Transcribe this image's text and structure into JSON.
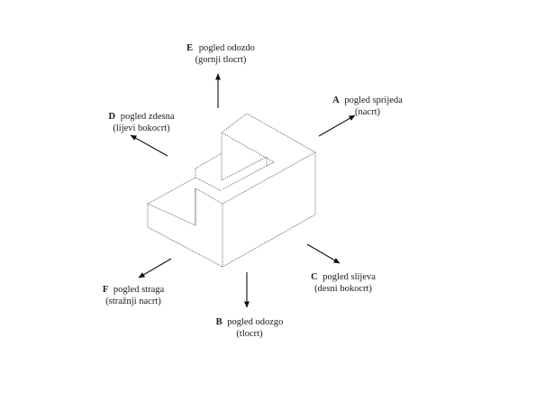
{
  "views": {
    "e": {
      "letter": "E",
      "name": "pogled odozdo",
      "sub": "(gornji tlocrt)"
    },
    "a": {
      "letter": "A",
      "name": "pogled sprijeda",
      "sub": "(nacrt)"
    },
    "d": {
      "letter": "D",
      "name": "pogled zdesna",
      "sub": "(lijevi bokocrt)"
    },
    "c": {
      "letter": "C",
      "name": "pogled slijeva",
      "sub": "(desni bokocrt)"
    },
    "f": {
      "letter": "F",
      "name": "pogled straga",
      "sub": "(stražnji nacrt)"
    },
    "b": {
      "letter": "B",
      "name": "pogled odozgo",
      "sub": "(tlocrt)"
    }
  }
}
